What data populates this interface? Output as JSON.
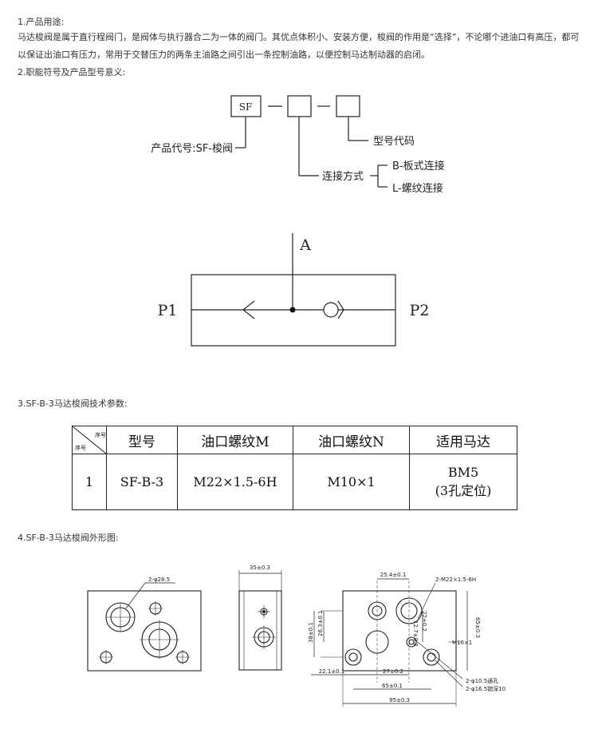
{
  "section1": {
    "title": "1.产品用途:",
    "body": "马达梭阀是属于直行程阀门，是阀体与执行器合二为一体的阀门。其优点体积小、安装方便，梭阀的作用是“选择”，不论哪个进油口有高压，都可以保证出油口有压力，常用于交替压力的两条主油路之间引出一条控制油路，以便控制马达制动器的启闭。"
  },
  "section2": {
    "title": "2.职能符号及产品型号意义:",
    "model": {
      "code_box": "SF",
      "label_product": "产品代号:SF-梭阀",
      "label_model_code": "型号代码",
      "label_connection": "连接方式",
      "opt_b": "B-板式连接",
      "opt_l": "L-螺纹连接"
    },
    "symbol": {
      "port_a": "A",
      "port_p1": "P1",
      "port_p2": "P2"
    }
  },
  "section3": {
    "title": "3.SF-B-3马达梭阀技术参数:",
    "table": {
      "corner_top": "序号",
      "corner_bottom": "序号",
      "headers": [
        "型号",
        "油口螺纹M",
        "油口螺纹N",
        "适用马达"
      ],
      "rows": [
        {
          "no": "1",
          "model": "SF-B-3",
          "thread_m": "M22×1.5-6H",
          "thread_n": "M10×1",
          "motor_1": "BM5",
          "motor_2": "(3孔定位)"
        }
      ]
    }
  },
  "section4": {
    "title": "4.SF-B-3马达梭阀外形图:",
    "dims": {
      "hole_small": "2-φ28.5",
      "side_width": "35±0.3",
      "top_width": "25.4±0.1",
      "thread_callout": "2-M22×1.5-6H",
      "h_38": "38±0.1",
      "h_26": "26.3±0.1",
      "h_22": "22±0.2",
      "h_12": "12.7±0.2",
      "h_65": "65±0.3",
      "m10": "M10×1",
      "w_22": "22.1±0.1",
      "w_27": "27±0.2",
      "w_65": "65±0.1",
      "w_95": "95±0.3",
      "hole_through": "2-φ10.5通孔",
      "hole_counter": "2-φ16.5锪深10"
    }
  }
}
